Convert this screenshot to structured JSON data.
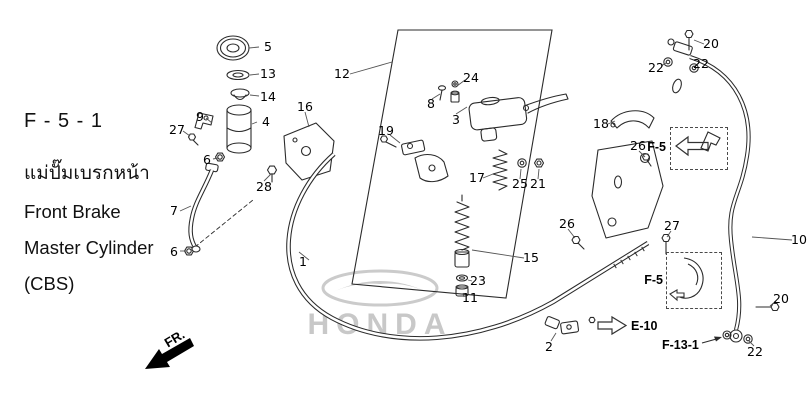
{
  "title_block": {
    "code": "F - 5 - 1",
    "name_thai": "แม่ปั๊มเบรกหน้า",
    "name_en_line1": "Front Brake",
    "name_en_line2": "Master Cylinder",
    "name_en_line3": "(CBS)"
  },
  "watermark": {
    "brand": "HONDA"
  },
  "direction_label": "FR.",
  "references": [
    {
      "label": "F-5"
    },
    {
      "label": "F-5"
    },
    {
      "label": "E-10"
    },
    {
      "label": "F-13-1"
    }
  ],
  "callouts": [
    {
      "n": "5"
    },
    {
      "n": "13"
    },
    {
      "n": "14"
    },
    {
      "n": "4"
    },
    {
      "n": "9"
    },
    {
      "n": "27"
    },
    {
      "n": "6"
    },
    {
      "n": "28"
    },
    {
      "n": "16"
    },
    {
      "n": "7"
    },
    {
      "n": "6"
    },
    {
      "n": "12"
    },
    {
      "n": "8"
    },
    {
      "n": "24"
    },
    {
      "n": "3"
    },
    {
      "n": "19"
    },
    {
      "n": "17"
    },
    {
      "n": "25"
    },
    {
      "n": "21"
    },
    {
      "n": "15"
    },
    {
      "n": "23"
    },
    {
      "n": "11"
    },
    {
      "n": "1"
    },
    {
      "n": "18"
    },
    {
      "n": "26"
    },
    {
      "n": "20"
    },
    {
      "n": "22"
    },
    {
      "n": "22"
    },
    {
      "n": "26"
    },
    {
      "n": "27"
    },
    {
      "n": "10"
    },
    {
      "n": "20"
    },
    {
      "n": "22"
    },
    {
      "n": "2"
    }
  ]
}
